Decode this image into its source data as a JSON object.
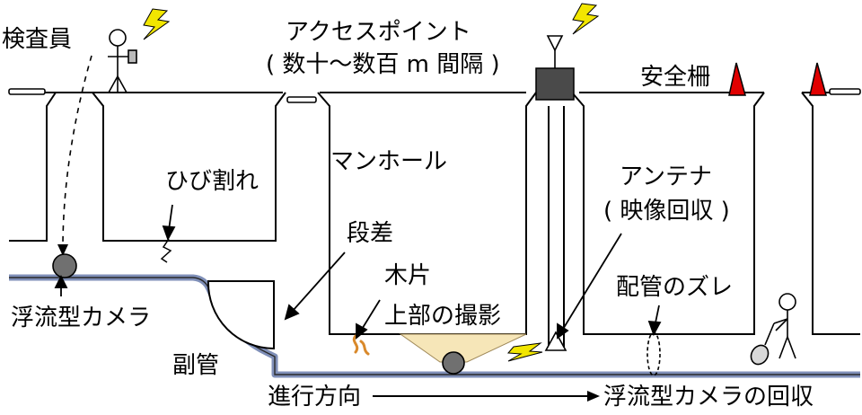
{
  "labels": {
    "inspector": "検査員",
    "access_point_line1": "アクセスポイント",
    "access_point_line2": "( 数十〜数百 m 間隔 )",
    "safety_fence": "安全柵",
    "crack": "ひび割れ",
    "manhole": "マンホール",
    "step": "段差",
    "antenna_line1": "アンテナ",
    "antenna_line2": "( 映像回収 )",
    "wood_chip": "木片",
    "pipe_misalignment": "配管のズレ",
    "top_capture": "上部の撮影",
    "floating_camera": "浮流型カメラ",
    "sub_pipe": "副管",
    "direction": "進行方向",
    "camera_recovery": "浮流型カメラの回収"
  },
  "colors": {
    "pipe_stroke": "#7f8fb8",
    "pipe_fill": "#c9d0e6",
    "lightning": "#f2e600",
    "cone": "#e00000",
    "access_box": "#4a4a4a",
    "camera": "#707070",
    "capture_beam": "#f6e6b8",
    "wood": "#d9892b"
  },
  "icons": {
    "inspector_figure": "person-icon",
    "worker_figure": "person-with-net-icon",
    "signal": "lightning-icon",
    "fence_cone": "traffic-cone-icon",
    "camera": "floating-camera-icon",
    "antenna": "antenna-icon"
  }
}
